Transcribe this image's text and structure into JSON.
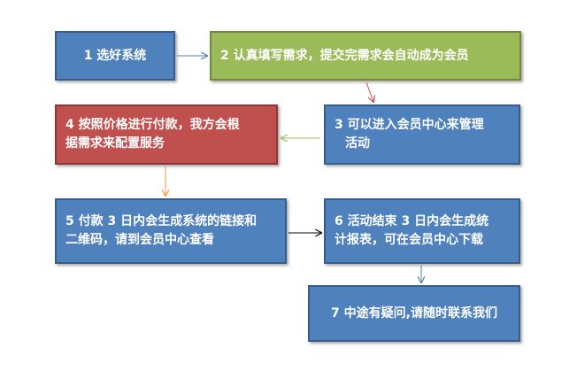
{
  "steps": {
    "s1": "1  选好系统",
    "s2": "2  认真填写需求，提交完需求会自动成为会员",
    "s3_l1": "3  可以进入会员中心来管理",
    "s3_l2": "活动",
    "s4_l1": "4  按照价格进行付款，我方会根",
    "s4_l2": "据需求来配置服务",
    "s5_l1": "5  付款 3 日内会生成系统的链接和",
    "s5_l2": "二维码，请到会员中心查看",
    "s6_l1": "6  活动结束 3 日内会生成统",
    "s6_l2": "计报表，可在会员中心下载",
    "s7": "7  中途有疑问,请随时联系我们"
  },
  "colors": {
    "blue": "#4f81bd",
    "green": "#9bbb59",
    "red": "#c0504d"
  }
}
